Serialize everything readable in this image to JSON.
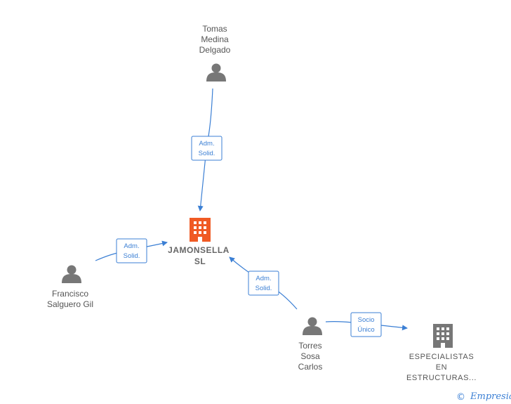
{
  "nodes": {
    "tomas": {
      "lines": [
        "Tomas",
        "Medina",
        "Delgado"
      ],
      "icon": "person-icon"
    },
    "jamonsella": {
      "lines": [
        "JAMONSELLA",
        "SL"
      ],
      "icon": "building-icon",
      "color": "#f05a24"
    },
    "francisco": {
      "lines": [
        "Francisco",
        "Salguero Gil"
      ],
      "icon": "person-icon"
    },
    "torres": {
      "lines": [
        "Torres",
        "Sosa",
        "Carlos"
      ],
      "icon": "person-icon"
    },
    "especialistas": {
      "lines": [
        "ESPECIALISTAS",
        "EN",
        "ESTRUCTURAS..."
      ],
      "icon": "building-icon",
      "color": "#777777"
    }
  },
  "edges": {
    "tomas_jamonsella": [
      "Adm.",
      "Solid."
    ],
    "francisco_jamonsella": [
      "Adm.",
      "Solid."
    ],
    "torres_jamonsella": [
      "Adm.",
      "Solid."
    ],
    "torres_especialistas": [
      "Socio",
      "Único"
    ]
  },
  "colors": {
    "edge": "#3b7fd4",
    "person": "#777777",
    "main_company": "#f05a24"
  },
  "watermark": {
    "symbol": "©",
    "brand": "Empresia"
  }
}
